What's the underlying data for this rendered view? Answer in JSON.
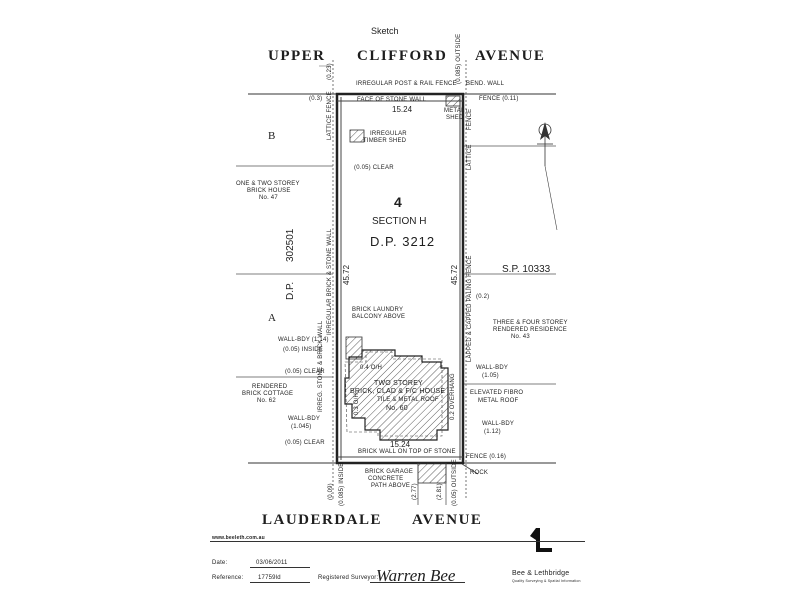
{
  "sketch_title": "Sketch",
  "streets": {
    "top": [
      "UPPER",
      "CLIFFORD",
      "AVENUE"
    ],
    "bottom": [
      "LAUDERDALE",
      "AVENUE"
    ]
  },
  "lot": {
    "number": "4",
    "section": "SECTION H",
    "dp": "D.P. 3212",
    "width_top": "15.24",
    "width_bottom": "15.24",
    "depth_left": "45.72",
    "depth_right": "45.72"
  },
  "neighbors": {
    "left_top_letter": "B",
    "left_top_desc": [
      "ONE & TWO STOREY",
      "BRICK HOUSE",
      "No. 47"
    ],
    "left_dp_number": "302501",
    "left_dp_prefix": "D.P.",
    "left_bottom_letter": "A",
    "left_bottom_desc": [
      "RENDERED",
      "BRICK COTTAGE",
      "No. 62"
    ],
    "right_sp": "S.P. 10333",
    "right_desc": [
      "THREE & FOUR STOREY",
      "RENDERED RESIDENCE",
      "No. 43"
    ]
  },
  "annotations": {
    "top_fence": "IRREGULAR POST & RAIL FENCE",
    "bend_wall": "BEND. WALL",
    "face_stone_wall": "FACE OF STONE WALL",
    "metal_shed": [
      "METAL",
      "SHED"
    ],
    "fence_011": "FENCE (0.11)",
    "offset_03": "(0.3)",
    "offset_023": "(0.23)",
    "offset_outside": "(0.085) OUTSIDE",
    "timber_shed": [
      "IRREGULAR",
      "TIMBER SHED"
    ],
    "clear_005_top": "(0.05) CLEAR",
    "lattice_fence_left_top": "LATTICE FENCE",
    "lattice_fence_right_top": "FENCE",
    "lattice_right": "LATTICE",
    "left_wall": "IRREGULAR BRICK & STONE WALL",
    "right_fence": "LAPPED & CAPPED PALING FENCE",
    "offset_02": "(0.2)",
    "laundry": [
      "BRICK LAUNDRY",
      "BALCONY ABOVE"
    ],
    "wall_bdy_114": "WALL-BDY (1.14)",
    "inside_005": "(0.05) INSIDE",
    "clear_005_mid": "(0.05) CLEAR",
    "brick_wall_left": "IRREG. STONE & BRICK WALL",
    "wall_bdy_1045": [
      "WALL-BDY",
      "(1.045)"
    ],
    "clear_005_bot": "(0.05) CLEAR",
    "house": [
      "TWO STOREY",
      "BRICK, CLAD & F/C HOUSE",
      "TILE & METAL ROOF",
      "No. 60"
    ],
    "overhang_top": "0.4 O/H",
    "overhang_left": "0.3 O/H",
    "overhang_right": "0.2 OVERHANG",
    "wall_bdy_105": [
      "WALL-BDY",
      "(1.05)"
    ],
    "elevated_fibro": [
      "ELEVATED FIBRO",
      "METAL ROOF"
    ],
    "wall_bdy_112": [
      "WALL-BDY",
      "(1.12)"
    ],
    "bottom_wall": "BRICK WALL ON TOP OF STONE",
    "fence_016": "FENCE (0.16)",
    "rock": "ROCK",
    "garage": [
      "BRICK GARAGE",
      "CONCRETE",
      "PATH ABOVE"
    ],
    "bottom_offsets": [
      "(0.09)",
      "(0.085) INSIDE",
      "(2.77)",
      "(2.81)",
      "(0.05) OUTSIDE"
    ]
  },
  "footer": {
    "website": "www.beeleth.com.au",
    "date_label": "Date:",
    "date_value": "03/06/2011",
    "reference_label": "Reference:",
    "reference_value": "17759ld",
    "surveyor_label": "Registered Surveyor:",
    "signature": "Warren Bee",
    "company": "Bee & Lethbridge",
    "company_tagline": "Quality Surveying & Spatial Information"
  }
}
